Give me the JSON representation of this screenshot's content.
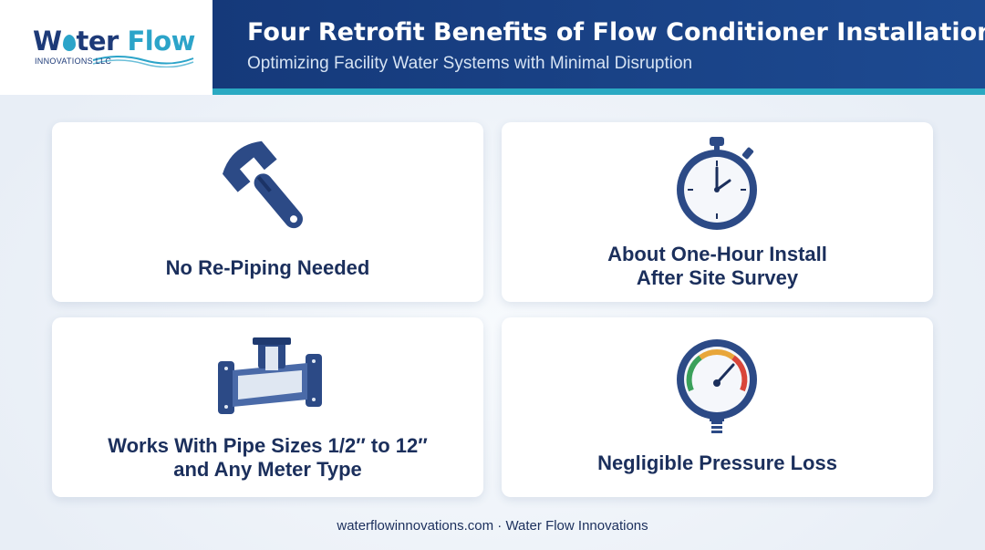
{
  "brand": {
    "name_part1": "W",
    "name_part2": "ter",
    "name_part3": "Flow",
    "tagline": "INNOVATIONS LLC",
    "colors": {
      "navy": "#1d3a78",
      "teal": "#2ca4c9"
    }
  },
  "header": {
    "title": "Four Retrofit Benefits of Flow Conditioner Installation",
    "subtitle": "Optimizing Facility Water Systems with Minimal Disruption"
  },
  "cards": [
    {
      "icon": "wrench-icon",
      "line1": "No Re-Piping Needed",
      "line2": ""
    },
    {
      "icon": "stopwatch-icon",
      "line1": "About One-Hour Install",
      "line2": "After Site Survey"
    },
    {
      "icon": "pipe-fitting-icon",
      "line1": "Works With Pipe Sizes 1/2″ to 12″",
      "line2": "and Any Meter Type"
    },
    {
      "icon": "pressure-gauge-icon",
      "line1": "Negligible Pressure Loss",
      "line2": ""
    }
  ],
  "footer": {
    "text": "waterflowinnovations.com · Water Flow Innovations"
  }
}
